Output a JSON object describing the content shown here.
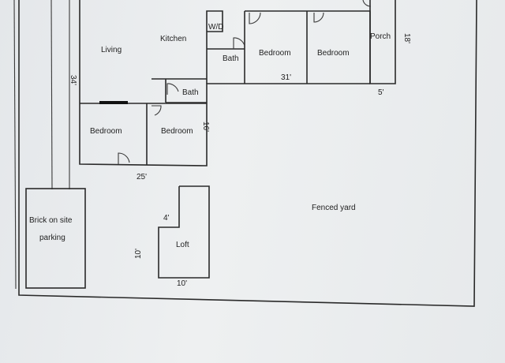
{
  "rooms": {
    "living": "Living",
    "kitchen": "Kitchen",
    "wd": "W/D",
    "bath_upper": "Bath",
    "bedroom_1": "Bedroom",
    "bedroom_2": "Bedroom",
    "porch": "Porch",
    "bath_lower": "Bath",
    "bedroom_3": "Bedroom",
    "bedroom_4": "Bedroom",
    "parking_line1": "Brick on site",
    "parking_line2": "parking",
    "fenced_yard": "Fenced yard",
    "loft": "Loft"
  },
  "dimensions": {
    "house_depth": "34'",
    "porch_width": "18'",
    "bedroom_wing": "31'",
    "porch_depth": "5'",
    "bedroom_right": "16'",
    "house_width": "25'",
    "loft_notch": "4'",
    "loft_depth": "10'",
    "loft_width": "10'"
  },
  "colors": {
    "line": "#2a2a2a",
    "paper": "#eef0f1"
  }
}
